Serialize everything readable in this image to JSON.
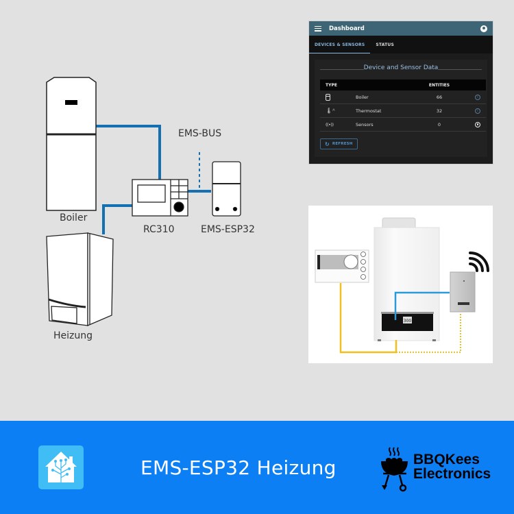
{
  "diagram": {
    "labels": {
      "boiler": "Boiler",
      "heater": "Heizung",
      "controller": "RC310",
      "gateway": "EMS-ESP32",
      "bus": "EMS-BUS"
    },
    "colors": {
      "bus_line": "#1470b0",
      "outline": "#222222"
    }
  },
  "dashboard": {
    "header": {
      "title": "Dashboard",
      "menu_icon": "hamburger-menu-icon",
      "user_icon": "account-circle-icon",
      "color": "#3e6575"
    },
    "tabs": [
      {
        "label": "DEVICES & SENSORS",
        "active": true
      },
      {
        "label": "STATUS",
        "active": false
      }
    ],
    "card": {
      "title": "Device and Sensor Data",
      "columns": {
        "type": "TYPE",
        "entities": "ENTITIES"
      },
      "rows": [
        {
          "icon": "boiler-device-icon",
          "name": "Boiler",
          "entities": "66",
          "action_icon": "info-icon"
        },
        {
          "icon": "thermostat-icon",
          "name": "Thermostat",
          "entities": "32",
          "action_icon": "info-icon"
        },
        {
          "icon": "sensors-icon",
          "name": "Sensors",
          "entities": "0",
          "action_icon": "add-circle-icon"
        }
      ],
      "refresh_label": "REFRESH",
      "refresh_icon": "refresh-icon"
    }
  },
  "photo": {
    "elements": [
      "thermostat-controller",
      "gas-boiler",
      "wifi-gateway-module",
      "wifi-signal-icon"
    ],
    "boiler_display": "300",
    "colors": {
      "wire_yellow": "#f0c020",
      "wire_blue": "#2a9ad8"
    }
  },
  "footer": {
    "title": "EMS-ESP32 Heizung",
    "brand_line1": "BBQKees",
    "brand_line2": "Electronics",
    "ha_logo_icon": "home-assistant-logo-icon",
    "bbq_icon": "bbq-grill-icon",
    "background": "#0d7ff5"
  }
}
